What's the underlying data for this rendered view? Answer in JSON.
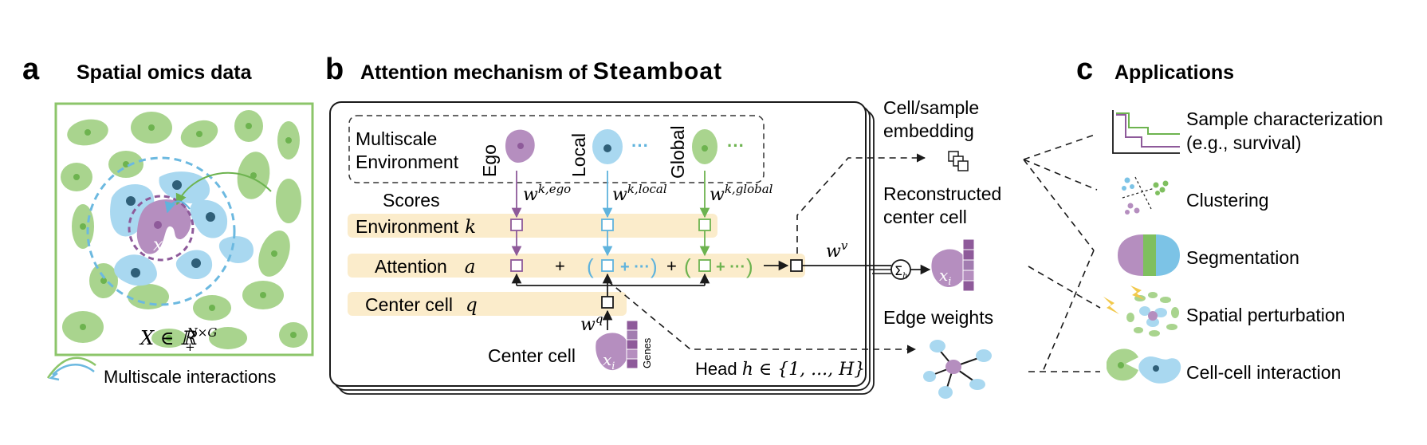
{
  "colors": {
    "green": "#7fbf5f",
    "green_light": "#a9d48e",
    "blue": "#7cc3e6",
    "blue_light": "#a9d8f0",
    "purple": "#8e5a9a",
    "purple_light": "#b58ebf",
    "tan": "#fbeccb",
    "dark": "#2f5f78"
  },
  "panel_a": {
    "letter": "a",
    "title": "Spatial omics data",
    "cell_label": "x",
    "cell_label_sub": "i",
    "equation_lhs": "X ∈ ℝ",
    "equation_sub": "+",
    "equation_sup": "N×G",
    "legend": "Multiscale interactions"
  },
  "panel_b": {
    "letter": "b",
    "title_prefix": "Attention mechanism of ",
    "title_brand": "Steamboat",
    "env_box_line1": "Multiscale",
    "env_box_line2": "Environment",
    "scale_ego": "Ego",
    "scale_local": "Local",
    "scale_global": "Global",
    "ellipsis": "···",
    "scores": "Scores",
    "w": "w",
    "sup_k_ego": "k,ego",
    "sup_k_local": "k,local",
    "sup_k_global": "k,global",
    "row_env": "Environment",
    "row_env_var": "k",
    "row_att": "Attention",
    "row_att_var": "a",
    "row_center": "Center cell",
    "row_center_var": "q",
    "plus": "+",
    "paren_open": "(",
    "paren_close": ")",
    "plus_ellipsis": "+ ···",
    "arrow": "→",
    "sup_q": "q",
    "sup_v": "v",
    "center_cell_label": "Center cell",
    "genes": "Genes",
    "head_prefix": "Head ",
    "head_expr": "h ∈ {1, ..., H}",
    "sum_symbol": "Σ",
    "sum_sub": "h",
    "out_embedding_1": "Cell/sample",
    "out_embedding_2": "embedding",
    "out_recon_1": "Reconstructed",
    "out_recon_2": "center cell",
    "out_edges": "Edge weights"
  },
  "panel_c": {
    "letter": "c",
    "title": "Applications",
    "app_1_line1": "Sample characterization",
    "app_1_line2": "(e.g., survival)",
    "app_2": "Clustering",
    "app_3": "Segmentation",
    "app_4": "Spatial perturbation",
    "app_5": "Cell-cell interaction"
  }
}
